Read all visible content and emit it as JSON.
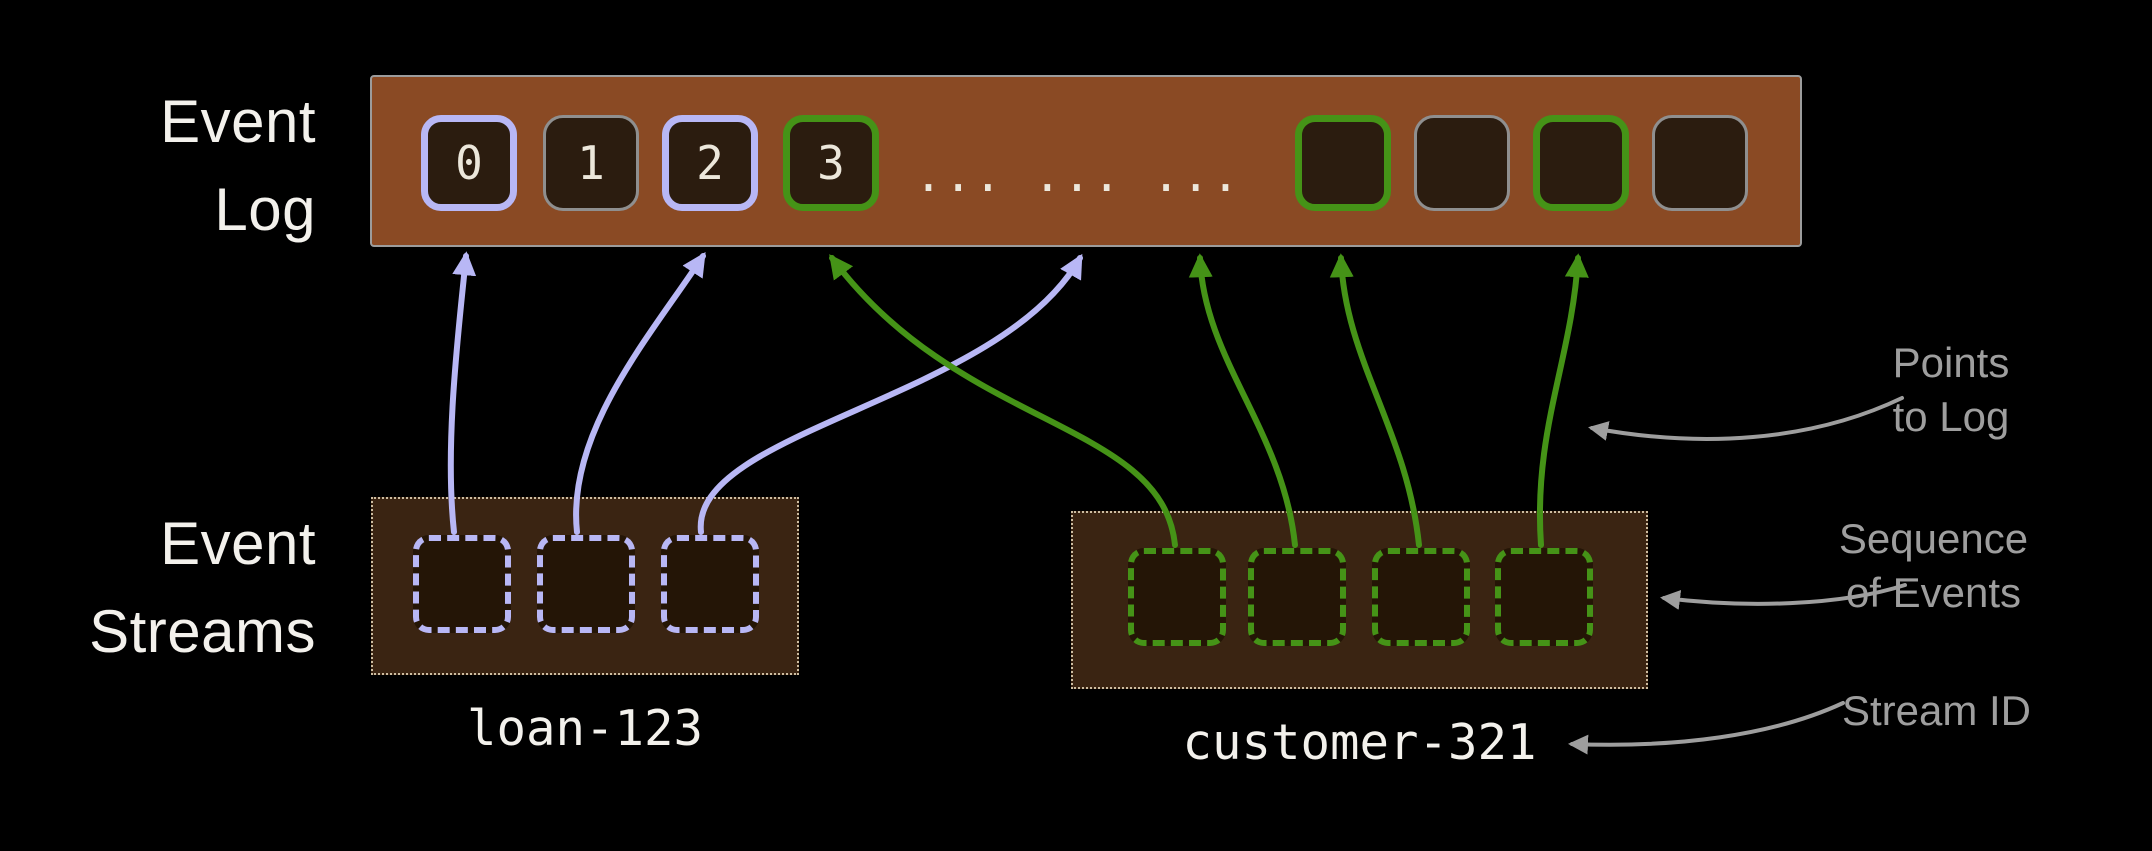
{
  "colors": {
    "background": "#000000",
    "log_bar_fill": "#8a4a24",
    "log_bar_border": "#9c9c9c",
    "cell_fill": "#2b1c0f",
    "stream_box_fill": "#3a2412",
    "stream_box_border": "#cdbda1",
    "stream_cell_fill": "#241506",
    "lavender": "#b8b7f5",
    "green": "#459317",
    "gray_cell_border": "#8f8f8f",
    "annotation_gray": "#9e9e9e",
    "text_light": "#f3f1ec",
    "mono_text": "#ece7db"
  },
  "labels": {
    "event_log_line1": "Event",
    "event_log_line2": "Log",
    "event_streams_line1": "Event",
    "event_streams_line2": "Streams"
  },
  "event_log": {
    "numbered_cells": [
      {
        "label": "0",
        "border": "lavender"
      },
      {
        "label": "1",
        "border": "gray"
      },
      {
        "label": "2",
        "border": "lavender"
      },
      {
        "label": "3",
        "border": "green"
      }
    ],
    "ellipsis": "... ... ...",
    "tail_cells": [
      {
        "border": "green"
      },
      {
        "border": "gray"
      },
      {
        "border": "green"
      },
      {
        "border": "gray"
      }
    ]
  },
  "streams": [
    {
      "id": "loan-123",
      "color": "lavender",
      "event_count": 3
    },
    {
      "id": "customer-321",
      "color": "green",
      "event_count": 4
    }
  ],
  "annotations": {
    "points_to_log_line1": "Points",
    "points_to_log_line2": "to Log",
    "sequence_line1": "Sequence",
    "sequence_line2": "of Events",
    "stream_id": "Stream ID"
  }
}
